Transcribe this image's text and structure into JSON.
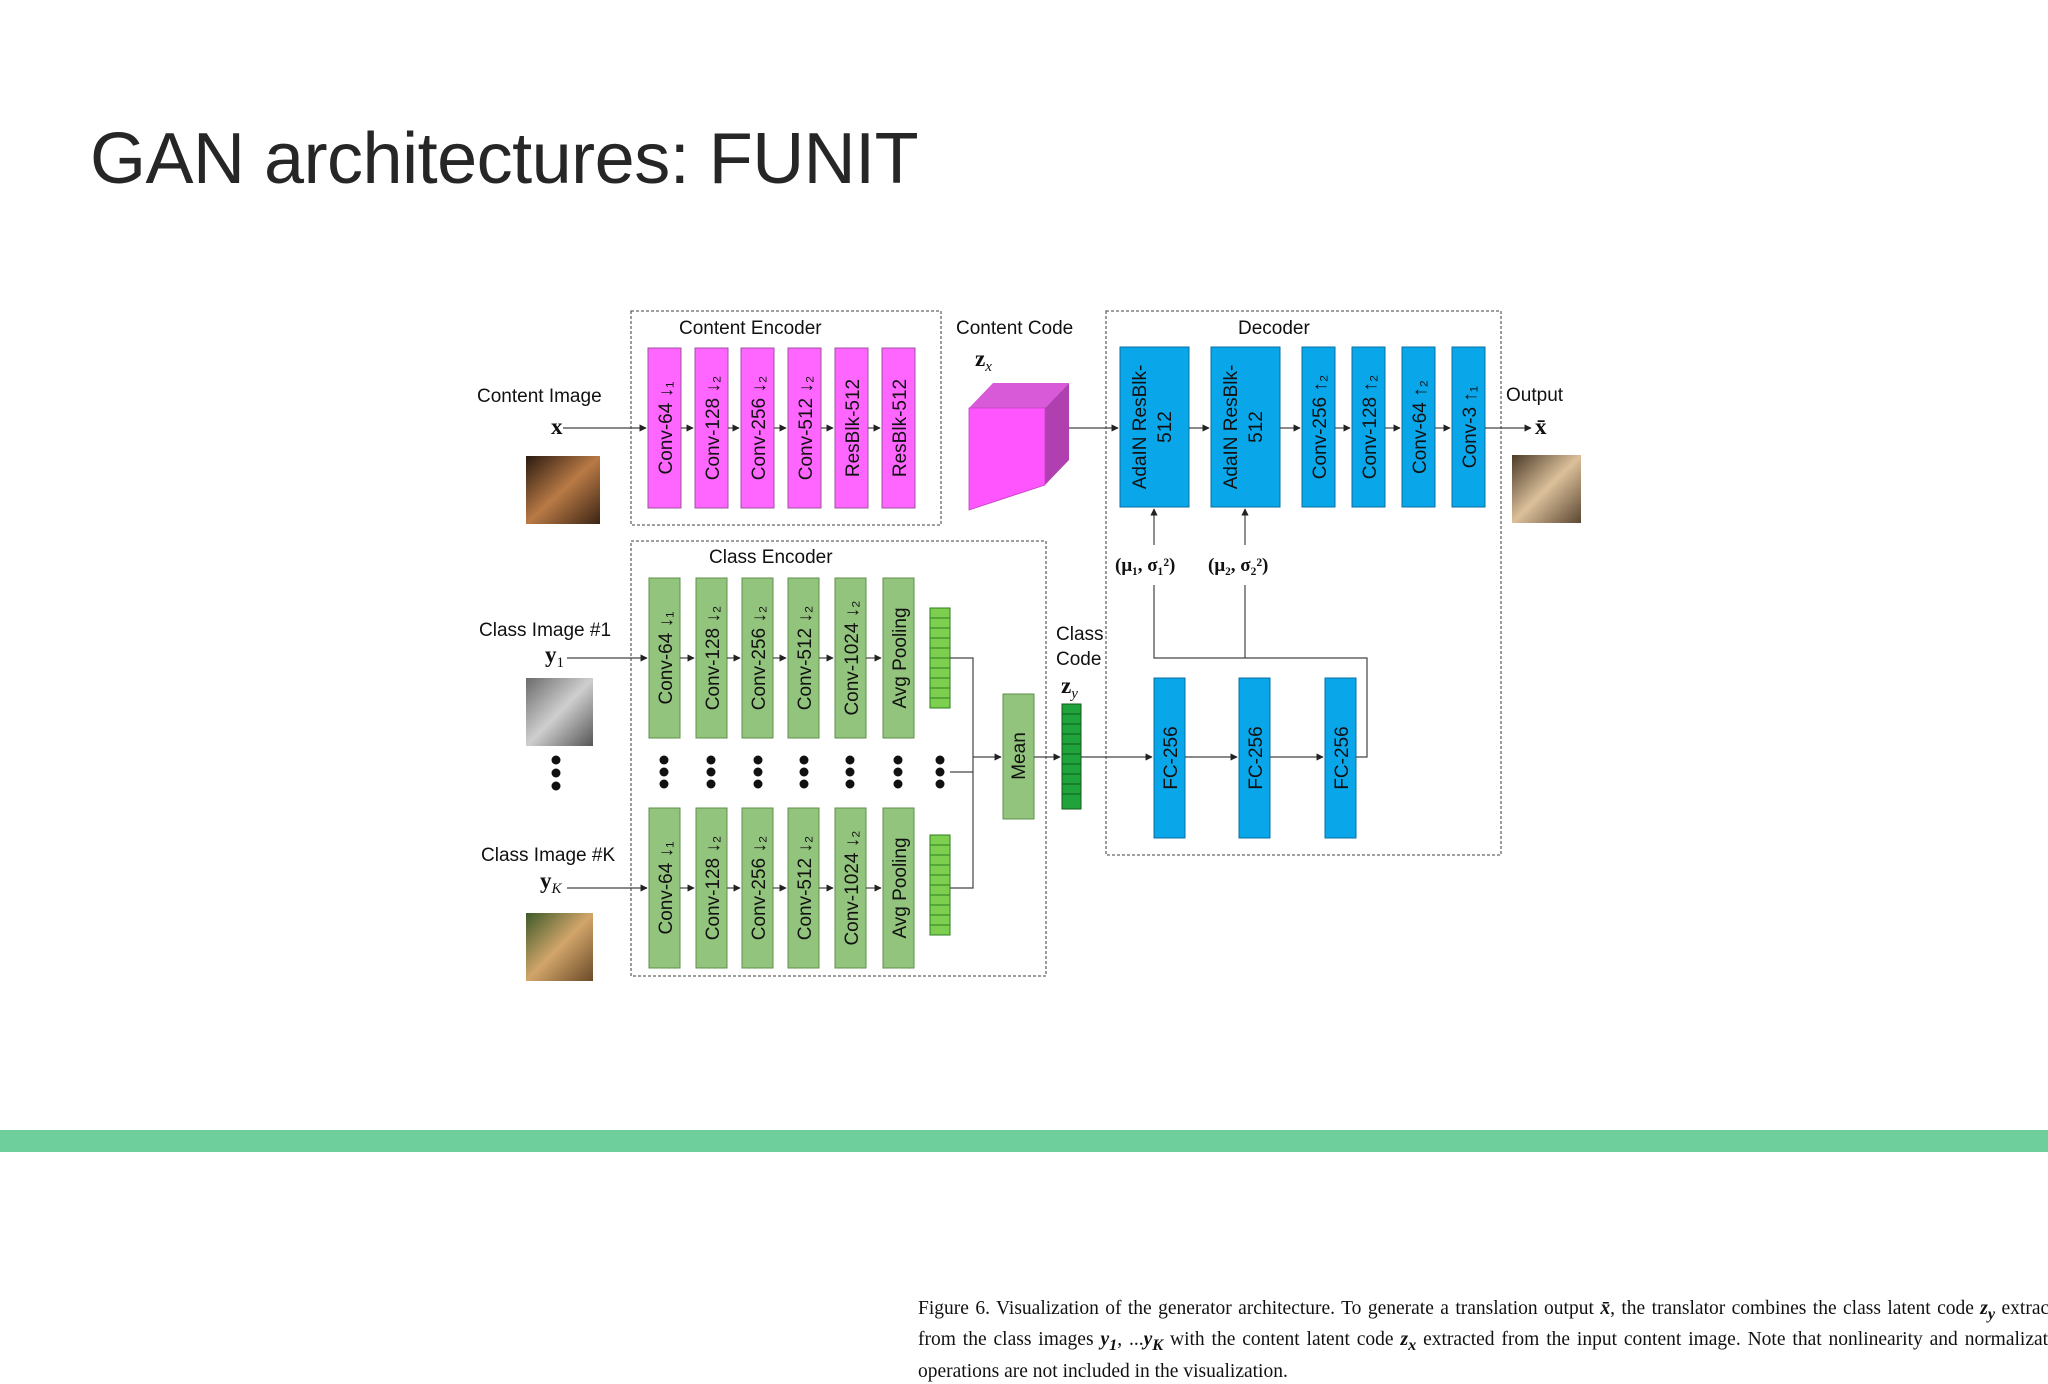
{
  "slide": {
    "title": "GAN architectures: FUNIT"
  },
  "colors": {
    "content_block": "#ff66ff",
    "class_block": "#93c47d",
    "decoder_block": "#0aa6ea",
    "accent_bar": "#6ecf9c",
    "code_green": "#21a33b"
  },
  "labels": {
    "content_encoder": "Content Encoder",
    "content_code": "Content Code",
    "decoder": "Decoder",
    "output": "Output",
    "content_image": "Content Image",
    "class_encoder": "Class Encoder",
    "class_image_1": "Class Image #1",
    "class_image_k": "Class Image #K",
    "class_code_line1": "Class",
    "class_code_line2": "Code",
    "mean": "Mean"
  },
  "math": {
    "x": "x",
    "x_hat": "x̄",
    "z": "z",
    "z_x_sub": "x",
    "z_y_sub": "y",
    "y": "y",
    "y1_sub": "1",
    "yK_sub": "K",
    "mu1": "(μ₁, σ₁²)",
    "mu2": "(μ₂, σ₂²)"
  },
  "content_encoder_blocks": [
    "Conv-64 ↓₁",
    "Conv-128 ↓₂",
    "Conv-256 ↓₂",
    "Conv-512 ↓₂",
    "ResBlk-512",
    "ResBlk-512"
  ],
  "class_encoder_blocks": [
    "Conv-64 ↓₁",
    "Conv-128 ↓₂",
    "Conv-256 ↓₂",
    "Conv-512 ↓₂",
    "Conv-1024 ↓₂",
    "Avg Pooling"
  ],
  "decoder_adain_blocks": [
    [
      "AdaIN ResBlk-",
      "512"
    ],
    [
      "AdaIN ResBlk-",
      "512"
    ]
  ],
  "decoder_conv_blocks": [
    "Conv-256 ↑₂",
    "Conv-128 ↑₂",
    "Conv-64 ↑₂",
    "Conv-3 ↑₁"
  ],
  "fc_blocks": [
    "FC-256",
    "FC-256",
    "FC-256"
  ],
  "caption": {
    "p1": "Figure 6. Visualization of the generator architecture. To generate a translation output ",
    "x_hat": "x̄",
    "p2": ", the translator combines the class latent code ",
    "z_y": "z",
    "z_y_sub": "y",
    "p3": " extracted from the class images ",
    "y_1": "y",
    "y_1_sub": "1",
    "p4": ", ...",
    "y_K": "y",
    "y_K_sub": "K",
    "p5": " with the content latent code ",
    "z_x": "z",
    "z_x_sub": "x",
    "p6": " extracted from the input content image. Note that nonlinearity and normalization operations are not included in the visualization."
  }
}
